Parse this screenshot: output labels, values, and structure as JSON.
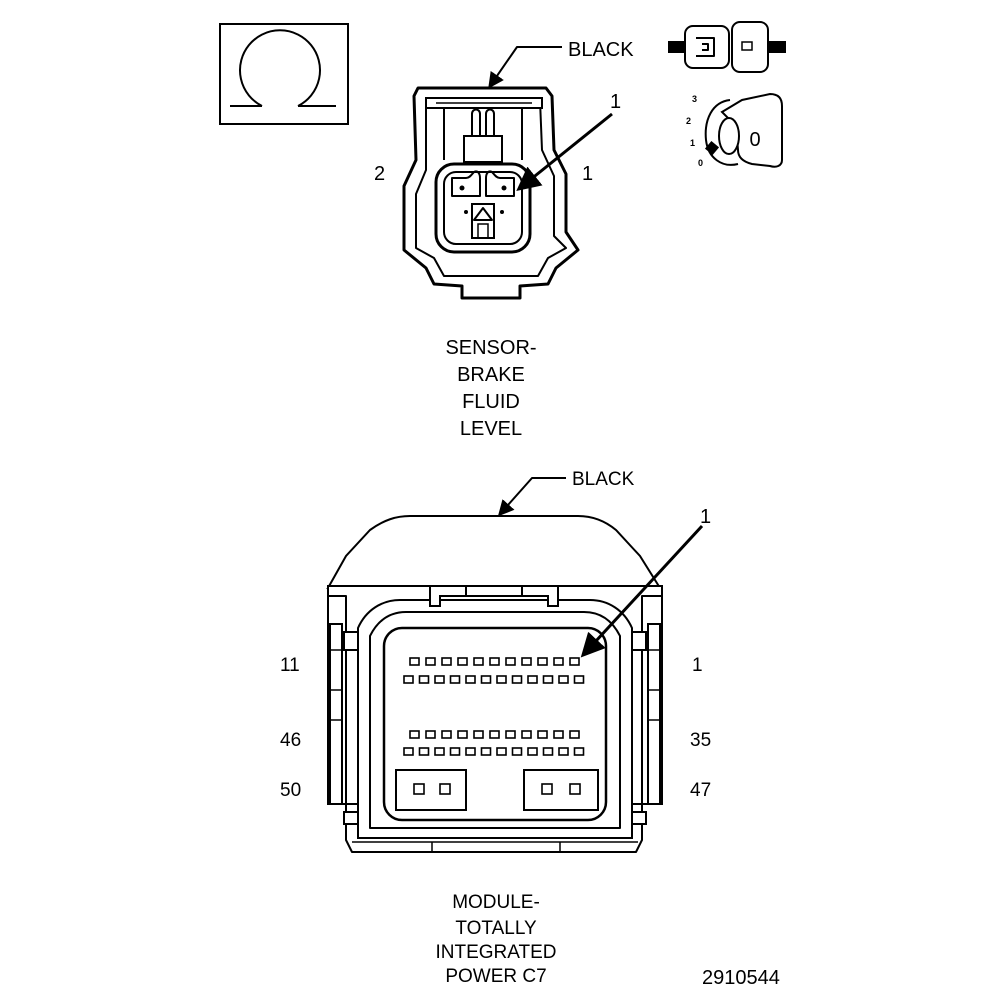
{
  "sensor": {
    "color_label": "BLACK",
    "pin_callout": "1",
    "side_left": "2",
    "side_right": "1",
    "name_lines": [
      "SENSOR-",
      "BRAKE",
      "FLUID",
      "LEVEL"
    ]
  },
  "key_icon": {
    "positions": [
      "3",
      "2",
      "1",
      "0"
    ],
    "face_label": "0"
  },
  "module": {
    "color_label": "BLACK",
    "pin_callout": "1",
    "pin_labels_left": [
      "11",
      "46",
      "50"
    ],
    "pin_labels_right": [
      "1",
      "35",
      "47"
    ],
    "name_lines": [
      "MODULE-",
      "TOTALLY",
      "INTEGRATED",
      "POWER C7"
    ]
  },
  "figure_id": "2910544",
  "icons": [
    "connector-face-view-icon",
    "inline-connector-icon",
    "ignition-key-icon"
  ]
}
